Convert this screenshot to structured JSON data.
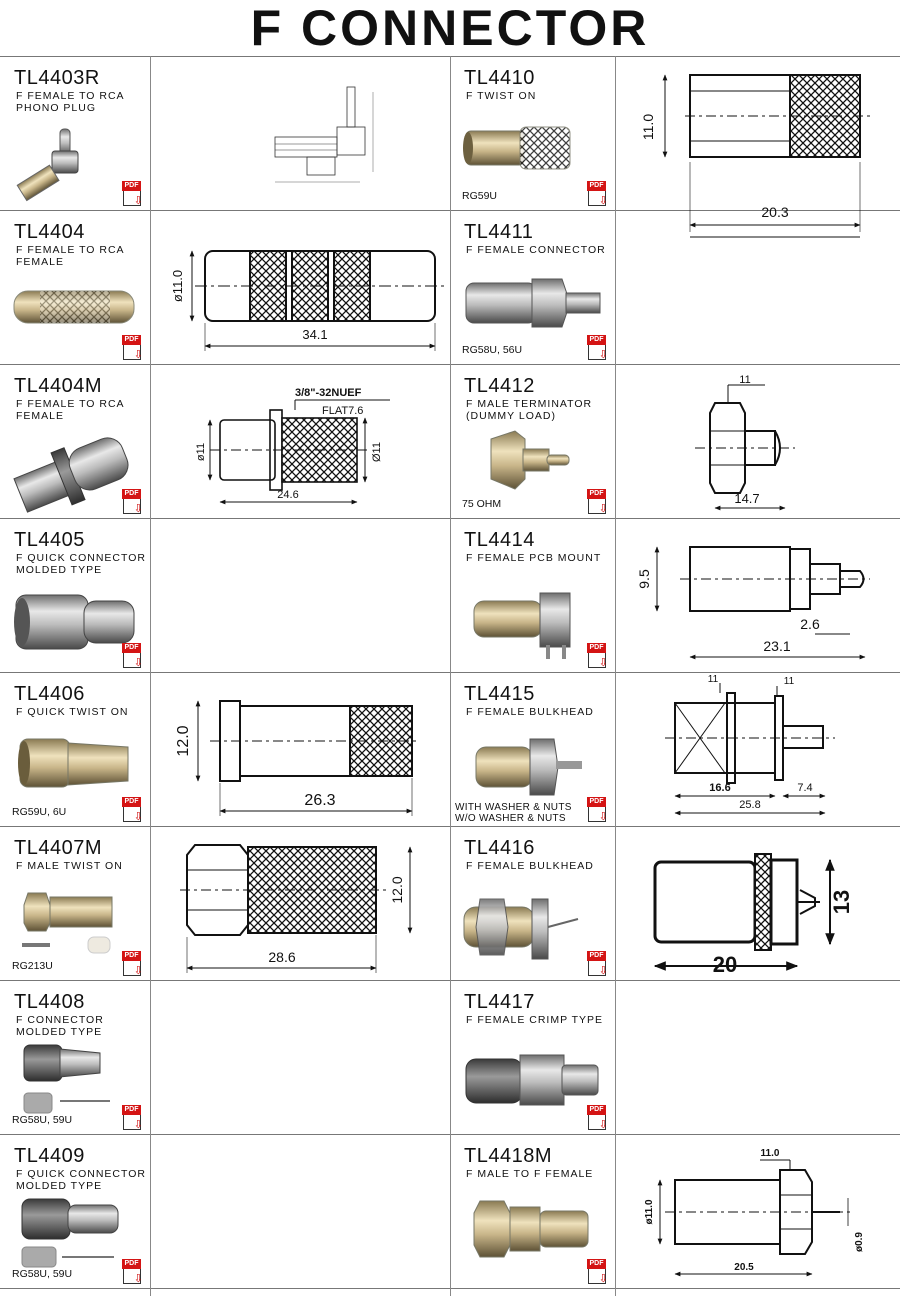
{
  "title": "F CONNECTOR",
  "pdf_label": "PDF",
  "colors": {
    "pdf_red": "#d41414",
    "grid": "#777777"
  },
  "products": {
    "tl4403r": {
      "code": "TL4403R",
      "desc": "F FEMALE TO RCA PHONO PLUG",
      "cable": ""
    },
    "tl4410": {
      "code": "TL4410",
      "desc": "F TWIST ON",
      "cable": "RG59U",
      "dims": {
        "h": "11.0",
        "w": "20.3"
      }
    },
    "tl4404": {
      "code": "TL4404",
      "desc": "F FEMALE TO RCA FEMALE",
      "cable": "",
      "dims": {
        "h": "ø11.0",
        "w": "34.1"
      }
    },
    "tl4411": {
      "code": "TL4411",
      "desc": "F FEMALE CONNECTOR",
      "cable": "RG58U, 56U"
    },
    "tl4404m": {
      "code": "TL4404M",
      "desc": "F FEMALE TO RCA FEMALE",
      "cable": "",
      "dims": {
        "thread": "3/8\"-32NUEF",
        "flat": "FLAT7.6",
        "h1": "ø11",
        "h2": "Ø11",
        "w": "24.6"
      }
    },
    "tl4412": {
      "code": "TL4412",
      "desc": "F MALE TERMINATOR (DUMMY LOAD)",
      "cable": "75 OHM",
      "dims": {
        "top": "11",
        "w": "14.7"
      }
    },
    "tl4405": {
      "code": "TL4405",
      "desc": "F QUICK CONNECTOR MOLDED TYPE",
      "cable": ""
    },
    "tl4414": {
      "code": "TL4414",
      "desc": "F FEMALE PCB MOUNT",
      "cable": "",
      "dims": {
        "h": "9.5",
        "pin": "2.6",
        "w": "23.1"
      }
    },
    "tl4406": {
      "code": "TL4406",
      "desc": "F QUICK TWIST ON",
      "cable": "RG59U, 6U",
      "dims": {
        "h": "12.0",
        "w": "26.3"
      }
    },
    "tl4415": {
      "code": "TL4415",
      "desc": "F FEMALE BULKHEAD",
      "note1": "WITH WASHER & NUTS",
      "note2": "W/O WASHER & NUTS",
      "dims": {
        "t1": "11",
        "t2": "11",
        "a": "16.6",
        "b": "25.8",
        "c": "7.4"
      }
    },
    "tl4407m": {
      "code": "TL4407M",
      "desc": "F MALE TWIST ON",
      "cable": "RG213U",
      "dims": {
        "h": "12.0",
        "w": "28.6"
      }
    },
    "tl4416": {
      "code": "TL4416",
      "desc": "F FEMALE BULKHEAD",
      "cable": "",
      "dims": {
        "h": "13",
        "w": "20"
      }
    },
    "tl4408": {
      "code": "TL4408",
      "desc": "F CONNECTOR MOLDED TYPE",
      "cable": "RG58U, 59U"
    },
    "tl4417": {
      "code": "TL4417",
      "desc": "F FEMALE CRIMP TYPE",
      "cable": ""
    },
    "tl4409": {
      "code": "TL4409",
      "desc": "F QUICK CONNECTOR MOLDED TYPE",
      "cable": "RG58U, 59U"
    },
    "tl4418m": {
      "code": "TL4418M",
      "desc": "F MALE TO F FEMALE",
      "cable": "",
      "dims": {
        "top": "11.0",
        "h": "ø11.0",
        "pin": "ø0.9",
        "w": "20.5"
      }
    }
  }
}
